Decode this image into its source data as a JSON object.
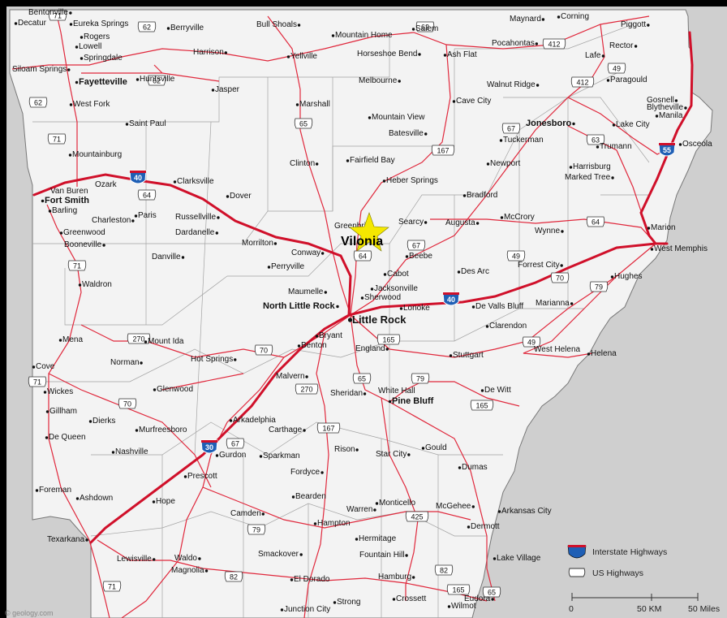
{
  "map": {
    "highlight": {
      "name": "Vilonia",
      "star_color": "#f5e800",
      "label_color": "#000000"
    },
    "colors": {
      "land": "#f3f3f3",
      "outer_land": "#cfcfcf",
      "water": "#ffffff",
      "interstate": "#d0102a",
      "highway": "#e0283c",
      "county_border": "#9a9a9a",
      "frame": "#000000",
      "interstate_shield": "#1f5fb5"
    },
    "cities": [
      {
        "name": "Bentonville",
        "bold": false,
        "dot": "right"
      },
      {
        "name": "Decatur",
        "bold": false,
        "dot": "left"
      },
      {
        "name": "Eureka Springs",
        "bold": false,
        "dot": "left"
      },
      {
        "name": "Berryville",
        "bold": false,
        "dot": "left"
      },
      {
        "name": "Rogers",
        "bold": false,
        "dot": "left"
      },
      {
        "name": "Lowell",
        "bold": false,
        "dot": "left"
      },
      {
        "name": "Springdale",
        "bold": false,
        "dot": "left"
      },
      {
        "name": "Siloam Springs",
        "bold": false,
        "dot": "right"
      },
      {
        "name": "Fayetteville",
        "bold": true,
        "dot": "left"
      },
      {
        "name": "Huntsville",
        "bold": false,
        "dot": "left"
      },
      {
        "name": "Harrison",
        "bold": false,
        "dot": "right"
      },
      {
        "name": "Bull Shoals",
        "bold": false,
        "dot": "right"
      },
      {
        "name": "Mountain Home",
        "bold": false,
        "dot": "left"
      },
      {
        "name": "Salem",
        "bold": false,
        "dot": "left"
      },
      {
        "name": "Yellville",
        "bold": false,
        "dot": "left"
      },
      {
        "name": "Horseshoe Bend",
        "bold": false,
        "dot": "right"
      },
      {
        "name": "Ash Flat",
        "bold": false,
        "dot": "left"
      },
      {
        "name": "Maynard",
        "bold": false,
        "dot": "right"
      },
      {
        "name": "Corning",
        "bold": false,
        "dot": "left"
      },
      {
        "name": "Piggott",
        "bold": false,
        "dot": "right"
      },
      {
        "name": "Pocahontas",
        "bold": false,
        "dot": "right"
      },
      {
        "name": "Rector",
        "bold": false,
        "dot": "right"
      },
      {
        "name": "Lafe",
        "bold": false,
        "dot": "right"
      },
      {
        "name": "Paragould",
        "bold": false,
        "dot": "left"
      },
      {
        "name": "Walnut Ridge",
        "bold": false,
        "dot": "right"
      },
      {
        "name": "Melbourne",
        "bold": false,
        "dot": "right"
      },
      {
        "name": "Jasper",
        "bold": false,
        "dot": "left"
      },
      {
        "name": "West Fork",
        "bold": false,
        "dot": "left"
      },
      {
        "name": "Saint Paul",
        "bold": false,
        "dot": "left"
      },
      {
        "name": "Marshall",
        "bold": false,
        "dot": "left"
      },
      {
        "name": "Cave City",
        "bold": false,
        "dot": "left"
      },
      {
        "name": "Mountain View",
        "bold": false,
        "dot": "left"
      },
      {
        "name": "Gosnell",
        "bold": false,
        "dot": "right"
      },
      {
        "name": "Blytheville",
        "bold": false,
        "dot": "right"
      },
      {
        "name": "Manila",
        "bold": false,
        "dot": "left"
      },
      {
        "name": "Jonesboro",
        "bold": true,
        "dot": "right"
      },
      {
        "name": "Lake City",
        "bold": false,
        "dot": "left"
      },
      {
        "name": "Osceola",
        "bold": false,
        "dot": "left"
      },
      {
        "name": "Batesville",
        "bold": false,
        "dot": "right"
      },
      {
        "name": "Tuckerman",
        "bold": false,
        "dot": "left"
      },
      {
        "name": "Trumann",
        "bold": false,
        "dot": "left"
      },
      {
        "name": "Mountainburg",
        "bold": false,
        "dot": "left"
      },
      {
        "name": "Clinton",
        "bold": false,
        "dot": "right"
      },
      {
        "name": "Fairfield Bay",
        "bold": false,
        "dot": "left"
      },
      {
        "name": "Newport",
        "bold": false,
        "dot": "left"
      },
      {
        "name": "Harrisburg",
        "bold": false,
        "dot": "left"
      },
      {
        "name": "Marked Tree",
        "bold": false,
        "dot": "right"
      },
      {
        "name": "Ozark",
        "bold": false,
        "dot": "none"
      },
      {
        "name": "Clarksville",
        "bold": false,
        "dot": "left"
      },
      {
        "name": "Heber Springs",
        "bold": false,
        "dot": "left"
      },
      {
        "name": "Van Buren",
        "bold": false,
        "dot": "none"
      },
      {
        "name": "Fort Smith",
        "bold": true,
        "dot": "left"
      },
      {
        "name": "Dover",
        "bold": false,
        "dot": "left"
      },
      {
        "name": "Bradford",
        "bold": false,
        "dot": "left"
      },
      {
        "name": "Barling",
        "bold": false,
        "dot": "left"
      },
      {
        "name": "Charleston",
        "bold": false,
        "dot": "right"
      },
      {
        "name": "Paris",
        "bold": false,
        "dot": "left"
      },
      {
        "name": "Russellville",
        "bold": false,
        "dot": "right"
      },
      {
        "name": "Greenbrier",
        "bold": false,
        "dot": "none"
      },
      {
        "name": "Searcy",
        "bold": false,
        "dot": "right"
      },
      {
        "name": "Augusta",
        "bold": false,
        "dot": "right"
      },
      {
        "name": "McCrory",
        "bold": false,
        "dot": "left"
      },
      {
        "name": "Marion",
        "bold": false,
        "dot": "left"
      },
      {
        "name": "Greenwood",
        "bold": false,
        "dot": "left"
      },
      {
        "name": "Dardanelle",
        "bold": false,
        "dot": "right"
      },
      {
        "name": "Wynne",
        "bold": false,
        "dot": "right"
      },
      {
        "name": "Booneville",
        "bold": false,
        "dot": "right"
      },
      {
        "name": "Morrilton",
        "bold": false,
        "dot": "right"
      },
      {
        "name": "Conway",
        "bold": false,
        "dot": "right"
      },
      {
        "name": "Beebe",
        "bold": false,
        "dot": "left"
      },
      {
        "name": "West Memphis",
        "bold": false,
        "dot": "left"
      },
      {
        "name": "Danville",
        "bold": false,
        "dot": "right"
      },
      {
        "name": "Perryville",
        "bold": false,
        "dot": "left"
      },
      {
        "name": "Forrest City",
        "bold": false,
        "dot": "right"
      },
      {
        "name": "Cabot",
        "bold": false,
        "dot": "left"
      },
      {
        "name": "Des Arc",
        "bold": false,
        "dot": "left"
      },
      {
        "name": "Hughes",
        "bold": false,
        "dot": "left"
      },
      {
        "name": "Waldron",
        "bold": false,
        "dot": "left"
      },
      {
        "name": "Jacksonville",
        "bold": false,
        "dot": "left"
      },
      {
        "name": "Maumelle",
        "bold": false,
        "dot": "right"
      },
      {
        "name": "Sherwood",
        "bold": false,
        "dot": "left"
      },
      {
        "name": "North Little Rock",
        "bold": true,
        "dot": "right"
      },
      {
        "name": "Lonoke",
        "bold": false,
        "dot": "left"
      },
      {
        "name": "De Valls Bluff",
        "bold": false,
        "dot": "left"
      },
      {
        "name": "Marianna",
        "bold": false,
        "dot": "right"
      },
      {
        "name": "Little Rock",
        "bold": true,
        "dot": "left"
      },
      {
        "name": "Clarendon",
        "bold": false,
        "dot": "left"
      },
      {
        "name": "Mena",
        "bold": false,
        "dot": "left"
      },
      {
        "name": "Mount Ida",
        "bold": false,
        "dot": "left"
      },
      {
        "name": "Bryant",
        "bold": false,
        "dot": "left"
      },
      {
        "name": "Benton",
        "bold": false,
        "dot": "left"
      },
      {
        "name": "England",
        "bold": false,
        "dot": "right"
      },
      {
        "name": "West Helena",
        "bold": false,
        "dot": "none"
      },
      {
        "name": "Helena",
        "bold": false,
        "dot": "left"
      },
      {
        "name": "Hot Springs",
        "bold": false,
        "dot": "right"
      },
      {
        "name": "Stuttgart",
        "bold": false,
        "dot": "left"
      },
      {
        "name": "Norman",
        "bold": false,
        "dot": "right"
      },
      {
        "name": "Cove",
        "bold": false,
        "dot": "left"
      },
      {
        "name": "Malvern",
        "bold": false,
        "dot": "right"
      },
      {
        "name": "Wickes",
        "bold": false,
        "dot": "left"
      },
      {
        "name": "Glenwood",
        "bold": false,
        "dot": "left"
      },
      {
        "name": "Sheridan",
        "bold": false,
        "dot": "right"
      },
      {
        "name": "White Hall",
        "bold": false,
        "dot": "none"
      },
      {
        "name": "De Witt",
        "bold": false,
        "dot": "left"
      },
      {
        "name": "Pine Bluff",
        "bold": true,
        "dot": "left"
      },
      {
        "name": "Gillham",
        "bold": false,
        "dot": "left"
      },
      {
        "name": "Dierks",
        "bold": false,
        "dot": "left"
      },
      {
        "name": "Arkadelphia",
        "bold": false,
        "dot": "left"
      },
      {
        "name": "Carthage",
        "bold": false,
        "dot": "right"
      },
      {
        "name": "Murfreesboro",
        "bold": false,
        "dot": "left"
      },
      {
        "name": "De Queen",
        "bold": false,
        "dot": "left"
      },
      {
        "name": "Gould",
        "bold": false,
        "dot": "left"
      },
      {
        "name": "Nashville",
        "bold": false,
        "dot": "left"
      },
      {
        "name": "Gurdon",
        "bold": false,
        "dot": "left"
      },
      {
        "name": "Sparkman",
        "bold": false,
        "dot": "left"
      },
      {
        "name": "Rison",
        "bold": false,
        "dot": "right"
      },
      {
        "name": "Star City",
        "bold": false,
        "dot": "right"
      },
      {
        "name": "Dumas",
        "bold": false,
        "dot": "left"
      },
      {
        "name": "Prescott",
        "bold": false,
        "dot": "left"
      },
      {
        "name": "Fordyce",
        "bold": false,
        "dot": "right"
      },
      {
        "name": "Foreman",
        "bold": false,
        "dot": "left"
      },
      {
        "name": "Ashdown",
        "bold": false,
        "dot": "left"
      },
      {
        "name": "Hope",
        "bold": false,
        "dot": "left"
      },
      {
        "name": "Bearden",
        "bold": false,
        "dot": "left"
      },
      {
        "name": "Warren",
        "bold": false,
        "dot": "right"
      },
      {
        "name": "Monticello",
        "bold": false,
        "dot": "left"
      },
      {
        "name": "McGehee",
        "bold": false,
        "dot": "right"
      },
      {
        "name": "Arkansas City",
        "bold": false,
        "dot": "left"
      },
      {
        "name": "Camden",
        "bold": false,
        "dot": "right"
      },
      {
        "name": "Hampton",
        "bold": false,
        "dot": "left"
      },
      {
        "name": "Dermott",
        "bold": false,
        "dot": "left"
      },
      {
        "name": "Texarkana",
        "bold": false,
        "dot": "right"
      },
      {
        "name": "Hermitage",
        "bold": false,
        "dot": "left"
      },
      {
        "name": "Smackover",
        "bold": false,
        "dot": "right"
      },
      {
        "name": "Fountain Hill",
        "bold": false,
        "dot": "right"
      },
      {
        "name": "Lake Village",
        "bold": false,
        "dot": "left"
      },
      {
        "name": "Lewisville",
        "bold": false,
        "dot": "right"
      },
      {
        "name": "Waldo",
        "bold": false,
        "dot": "right"
      },
      {
        "name": "Magnolia",
        "bold": false,
        "dot": "right"
      },
      {
        "name": "El Dorado",
        "bold": false,
        "dot": "left"
      },
      {
        "name": "Hamburg",
        "bold": false,
        "dot": "right"
      },
      {
        "name": "Strong",
        "bold": false,
        "dot": "left"
      },
      {
        "name": "Crossett",
        "bold": false,
        "dot": "left"
      },
      {
        "name": "Eudora",
        "bold": false,
        "dot": "right"
      },
      {
        "name": "Junction City",
        "bold": false,
        "dot": "left"
      },
      {
        "name": "Wilmot",
        "bold": false,
        "dot": "left"
      }
    ],
    "shields": [
      {
        "type": "us",
        "number": "71"
      },
      {
        "type": "us",
        "number": "62"
      },
      {
        "type": "us",
        "number": "62"
      },
      {
        "type": "us",
        "number": "412"
      },
      {
        "type": "us",
        "number": "62"
      },
      {
        "type": "us",
        "number": "62"
      },
      {
        "type": "us",
        "number": "49"
      },
      {
        "type": "us",
        "number": "412"
      },
      {
        "type": "us",
        "number": "65"
      },
      {
        "type": "us",
        "number": "71"
      },
      {
        "type": "us",
        "number": "167"
      },
      {
        "type": "us",
        "number": "67"
      },
      {
        "type": "us",
        "number": "63"
      },
      {
        "type": "i",
        "number": "55"
      },
      {
        "type": "i",
        "number": "40"
      },
      {
        "type": "us",
        "number": "64"
      },
      {
        "type": "us",
        "number": "64"
      },
      {
        "type": "us",
        "number": "67"
      },
      {
        "type": "us",
        "number": "64"
      },
      {
        "type": "us",
        "number": "71"
      },
      {
        "type": "us",
        "number": "49"
      },
      {
        "type": "us",
        "number": "70"
      },
      {
        "type": "us",
        "number": "79"
      },
      {
        "type": "i",
        "number": "40"
      },
      {
        "type": "us",
        "number": "270"
      },
      {
        "type": "us",
        "number": "70"
      },
      {
        "type": "us",
        "number": "165"
      },
      {
        "type": "us",
        "number": "49"
      },
      {
        "type": "us",
        "number": "71"
      },
      {
        "type": "us",
        "number": "270"
      },
      {
        "type": "us",
        "number": "65"
      },
      {
        "type": "us",
        "number": "79"
      },
      {
        "type": "us",
        "number": "70"
      },
      {
        "type": "us",
        "number": "165"
      },
      {
        "type": "us",
        "number": "167"
      },
      {
        "type": "i",
        "number": "30"
      },
      {
        "type": "us",
        "number": "67"
      },
      {
        "type": "us",
        "number": "79"
      },
      {
        "type": "us",
        "number": "425"
      },
      {
        "type": "us",
        "number": "82"
      },
      {
        "type": "us",
        "number": "71"
      },
      {
        "type": "us",
        "number": "82"
      },
      {
        "type": "us",
        "number": "165"
      },
      {
        "type": "us",
        "number": "65"
      }
    ]
  },
  "legend": {
    "interstate_label": "Interstate Highways",
    "us_label": "US Highways",
    "scale": {
      "zero": "0",
      "km": "50 KM",
      "miles": "50 Miles"
    }
  },
  "copyright": "© geology.com"
}
